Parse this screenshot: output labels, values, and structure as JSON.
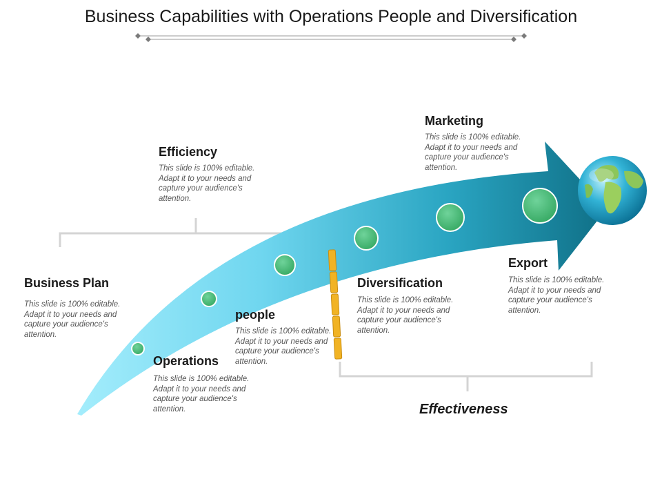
{
  "title": "Business Capabilities with Operations People and Diversification",
  "colors": {
    "arrow_light": "#8fe6fb",
    "arrow_dark": "#167a90",
    "dot_green": "#4fbf7a",
    "divider_yellow": "#f1b324",
    "bracket_gray": "#d4d4d4"
  },
  "labels": {
    "effectiveness": "Effectiveness"
  },
  "items": {
    "business_plan": {
      "heading": "Business Plan",
      "text": "This slide is 100% editable. Adapt it to your needs and capture your audience's attention."
    },
    "efficiency": {
      "heading": "Efficiency",
      "text": "This slide is 100% editable. Adapt it to your needs and capture your audience's attention."
    },
    "operations": {
      "heading": "Operations",
      "text": "This slide is 100% editable. Adapt it to your needs and capture your audience's attention."
    },
    "people": {
      "heading": "people",
      "text": "This slide is 100% editable. Adapt it to your needs and capture your audience's attention."
    },
    "diversification": {
      "heading": "Diversification",
      "text": "This slide is 100% editable. Adapt it to your needs and capture your audience's attention."
    },
    "marketing": {
      "heading": "Marketing",
      "text": "This slide is 100% editable. Adapt it to your needs and capture your audience's attention."
    },
    "export": {
      "heading": "Export",
      "text": "This slide is 100% editable. Adapt it to your needs and capture your audience's attention."
    }
  },
  "icons": [
    "globe-icon"
  ]
}
